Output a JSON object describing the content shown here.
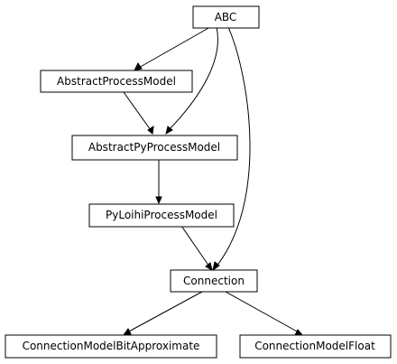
{
  "diagram": {
    "type": "class-inheritance-graph",
    "nodes": {
      "abc": "ABC",
      "abstract_process_model": "AbstractProcessModel",
      "abstract_py_process_model": "AbstractPyProcessModel",
      "py_loihi_process_model": "PyLoihiProcessModel",
      "connection": "Connection",
      "connection_model_bit_approximate": "ConnectionModelBitApproximate",
      "connection_model_float": "ConnectionModelFloat"
    },
    "edges": [
      {
        "from": "abc",
        "to": "abstract_process_model"
      },
      {
        "from": "abc",
        "to": "abstract_py_process_model"
      },
      {
        "from": "abc",
        "to": "connection"
      },
      {
        "from": "abstract_process_model",
        "to": "abstract_py_process_model"
      },
      {
        "from": "abstract_py_process_model",
        "to": "py_loihi_process_model"
      },
      {
        "from": "py_loihi_process_model",
        "to": "connection"
      },
      {
        "from": "connection",
        "to": "connection_model_bit_approximate"
      },
      {
        "from": "connection",
        "to": "connection_model_float"
      }
    ],
    "colors": {
      "line": "#000000",
      "node_fill": "#ffffff",
      "background": "#ffffff"
    }
  }
}
